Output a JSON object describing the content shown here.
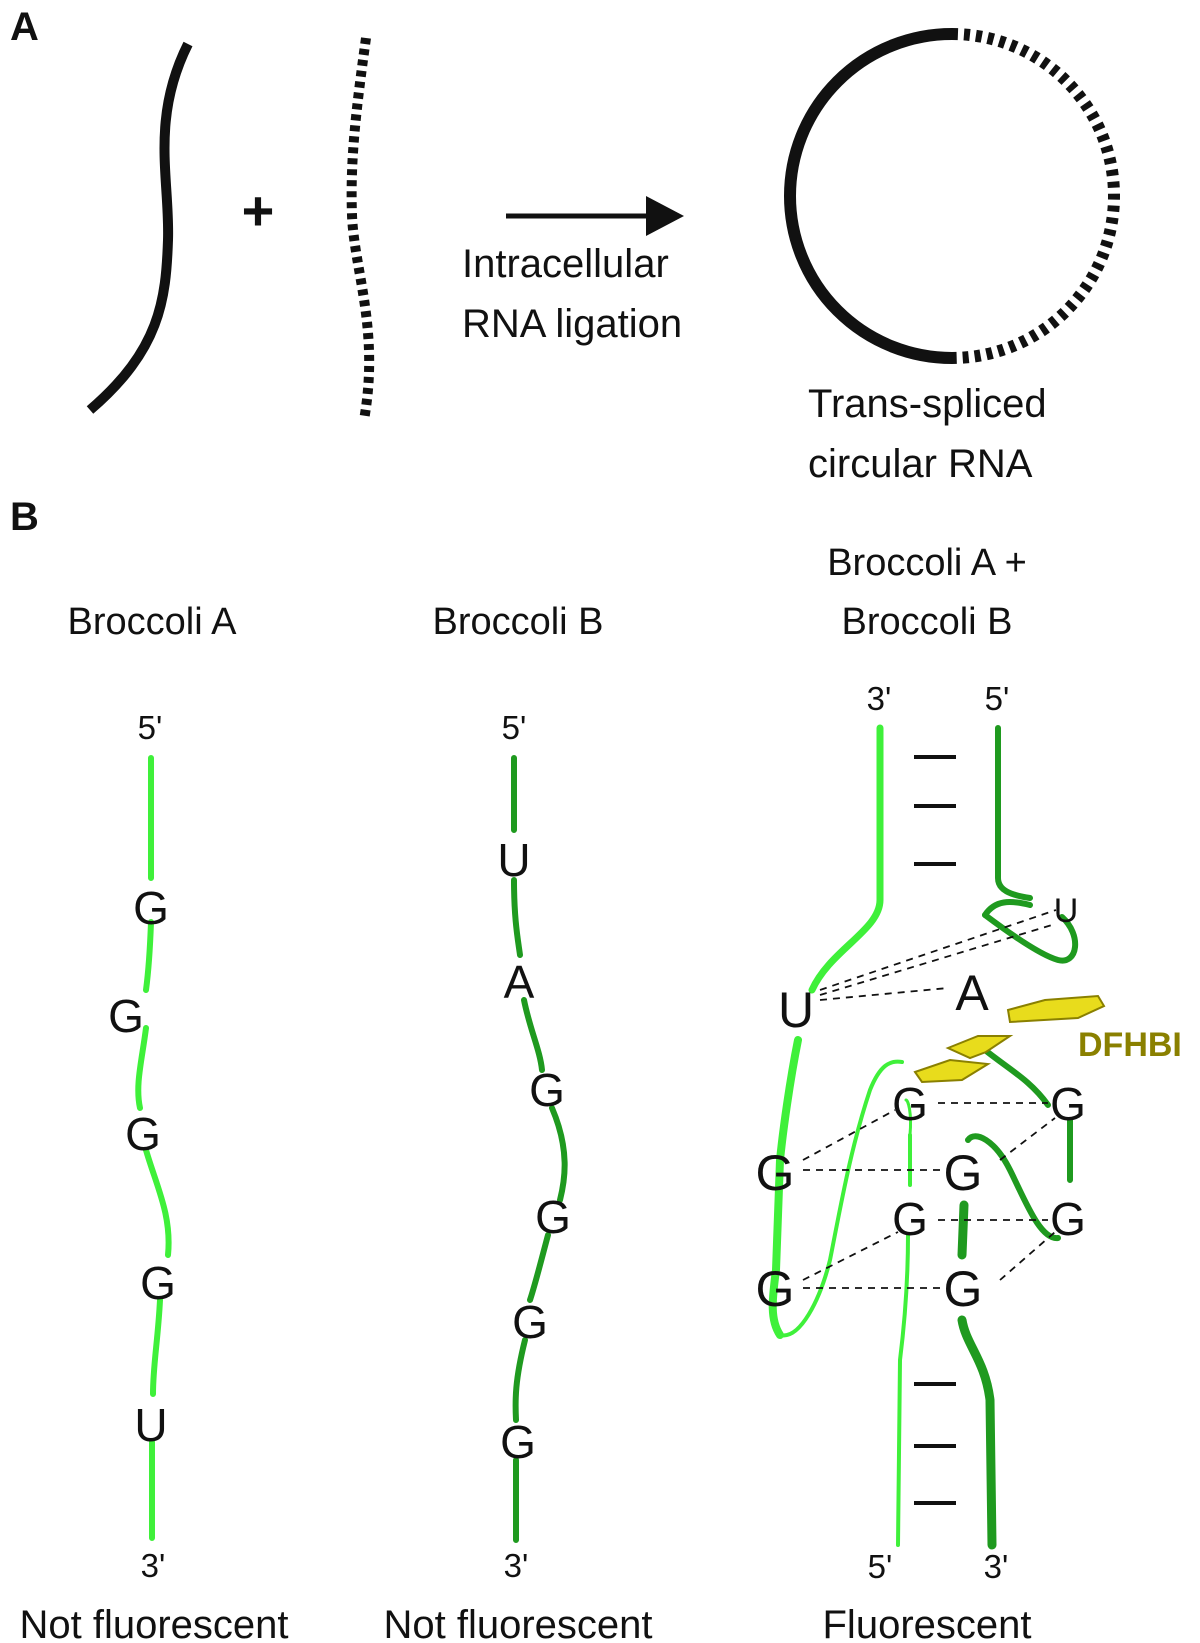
{
  "panels": {
    "a": {
      "label": "A",
      "plus": "+",
      "arrow_line1": "Intracellular",
      "arrow_line2": "RNA ligation",
      "product_line1": "Trans-spliced",
      "product_line2": "circular RNA"
    },
    "b": {
      "label": "B",
      "col_a": {
        "title": "Broccoli A",
        "end_top": "5'",
        "end_bottom": "3'",
        "nucleotides": [
          "G",
          "G",
          "G",
          "G",
          "U"
        ],
        "status": "Not fluorescent"
      },
      "col_b": {
        "title": "Broccoli B",
        "end_top": "5'",
        "end_bottom": "3'",
        "nucleotides": [
          "U",
          "A",
          "G",
          "G",
          "G",
          "G"
        ],
        "status": "Not fluorescent"
      },
      "col_ab": {
        "title_line1": "Broccoli A +",
        "title_line2": "Broccoli B",
        "end_top_left": "3'",
        "end_top_right": "5'",
        "end_bottom_left": "5'",
        "end_bottom_right": "3'",
        "nt_u_left": "U",
        "nt_a": "A",
        "nt_u_small": "U",
        "quartet_g": [
          "G",
          "G",
          "G",
          "G",
          "G",
          "G",
          "G",
          "G"
        ],
        "ligand_label": "DFHBI",
        "status": "Fluorescent"
      }
    }
  },
  "colors": {
    "strand_a": "#3ff03a",
    "strand_b": "#1f9a1f",
    "ligand_fill": "#e8dc1c",
    "ligand_text": "#8a8000"
  }
}
